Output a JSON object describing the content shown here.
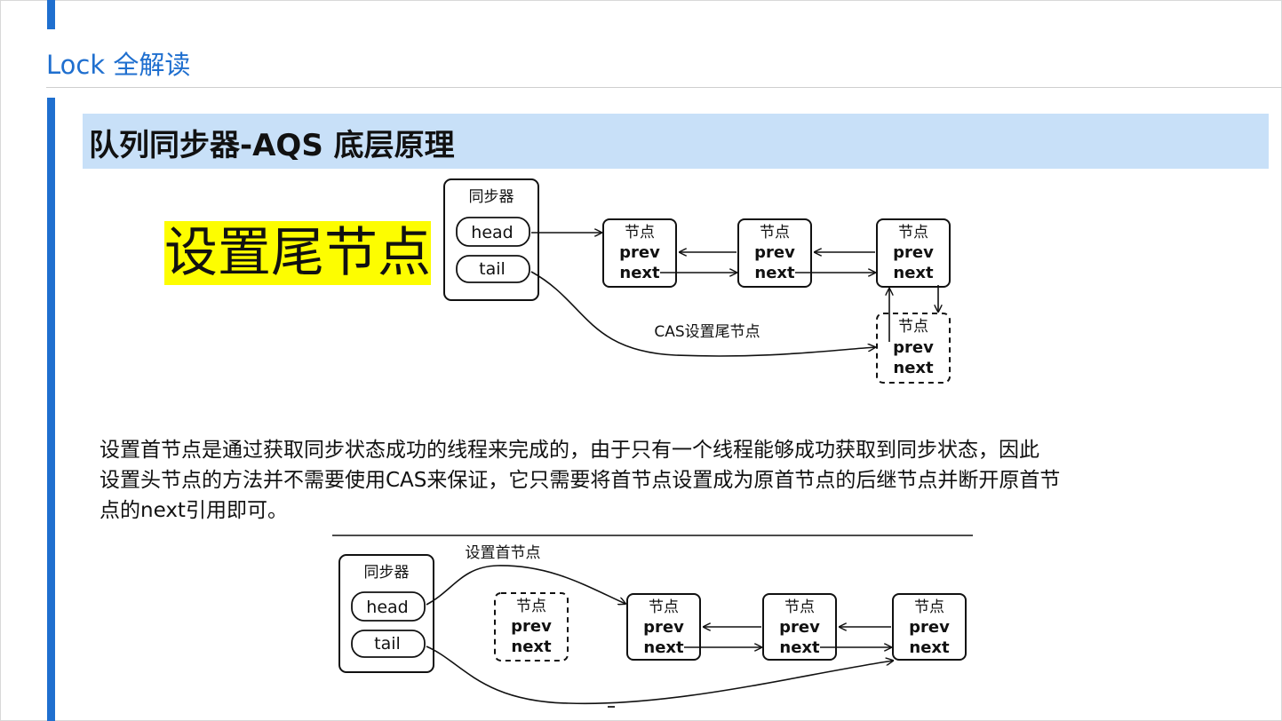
{
  "header": {
    "title": "Lock 全解读"
  },
  "section": {
    "title": "队列同步器-AQS 底层原理"
  },
  "diagram1": {
    "big_label": "设置尾节点",
    "sync_title": "同步器",
    "head": "head",
    "tail": "tail",
    "node_title": "节点",
    "prev": "prev",
    "next": "next",
    "cas_label": "CAS设置尾节点"
  },
  "paragraph": {
    "line1": "设置首节点是通过获取同步状态成功的线程来完成的，由于只有一个线程能够成功获取到同步状态，因此",
    "line2": "设置头节点的方法并不需要使用CAS来保证，它只需要将首节点设置成为原首节点的后继节点并断开原首节",
    "line3": "点的next引用即可。"
  },
  "diagram2": {
    "sync_title": "同步器",
    "head": "head",
    "tail": "tail",
    "node_title": "节点",
    "prev": "prev",
    "next": "next",
    "set_head_label": "设置首节点"
  }
}
